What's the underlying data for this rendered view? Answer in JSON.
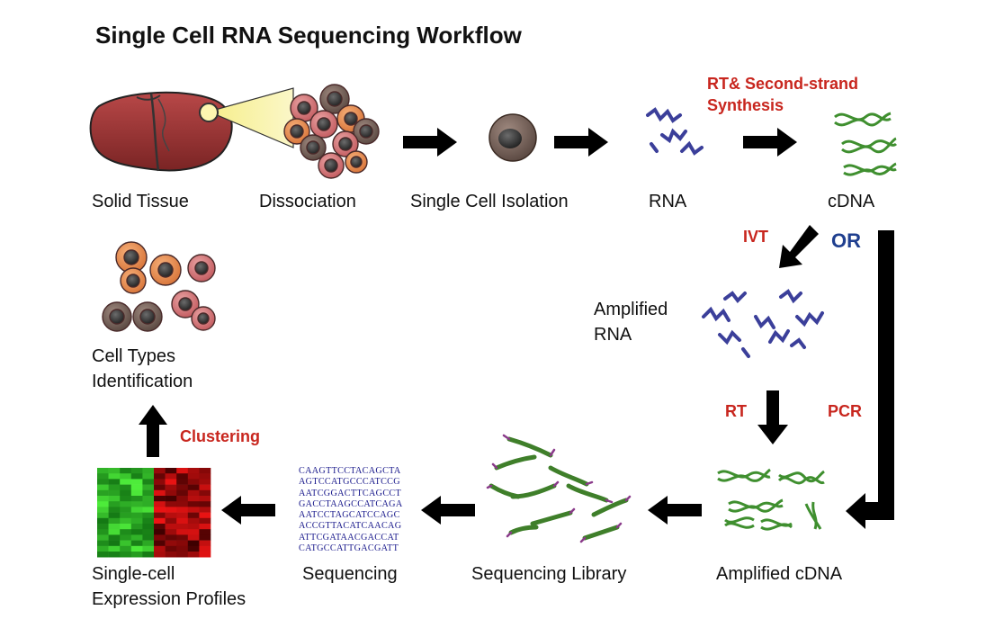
{
  "title": "Single Cell RNA Sequencing Workflow",
  "labels": {
    "solid_tissue": "Solid Tissue",
    "dissociation": "Dissociation",
    "single_cell_isolation": "Single Cell Isolation",
    "rna": "RNA",
    "cdna": "cDNA",
    "amplified_rna": [
      "Amplified",
      "RNA"
    ],
    "amplified_cdna": "Amplified cDNA",
    "sequencing_library": "Sequencing Library",
    "sequencing": "Sequencing",
    "expression_profiles": [
      "Single-cell",
      "Expression Profiles"
    ],
    "cell_types": [
      "Cell Types",
      "Identification"
    ]
  },
  "steps": {
    "rt_second_strand": [
      "RT& Second-strand",
      "Synthesis"
    ],
    "ivt": "IVT",
    "or": "OR",
    "rt": "RT",
    "pcr": "PCR",
    "clustering": "Clustering"
  },
  "sequences": [
    "CAAGTTCCTACAGCTA",
    "AGTCCATGCCCATCCG",
    "AATCGGACTTCAGCCT",
    "GACCTAAGCCATCAGA",
    "AATCCTAGCATCCAGC",
    "ACCGTTACATCAACAG",
    "ATTCGATAACGACCAT",
    "CATGCCATTGACGATT"
  ],
  "colors": {
    "arrow": "#000000",
    "step_label": "#c8261e",
    "or_label": "#1f3f8f",
    "rna_strand": "#3b3f9a",
    "cdna_strand": "#3f8f2f",
    "heatmap_low": "#3cb43c",
    "heatmap_high": "#d01010"
  }
}
